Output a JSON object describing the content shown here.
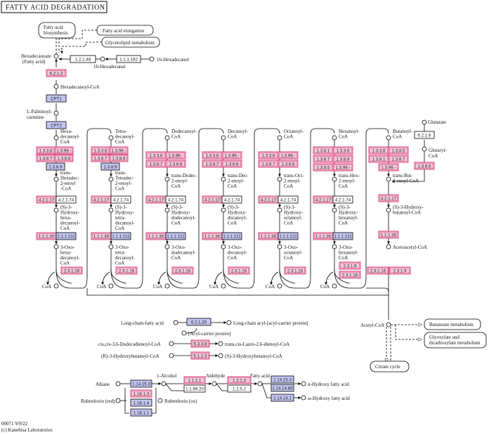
{
  "title": "FATTY ACID DEGRADATION",
  "maps": {
    "biosynthesis": [
      "Fatty acid",
      "biosynthesis"
    ],
    "elongation": "Fatty acid elongation",
    "glycerolipid": "Glycerolipid metabolism",
    "butanoate": "Butanoate metabolism",
    "glyoxylate": [
      "Glyoxylate and",
      "dicarboxylate metabolism"
    ],
    "citrate": "Citrate cycle"
  },
  "compounds": {
    "hexadecanoate": "Hexadecanoate",
    "fatty_acid_paren": "(Fatty acid)",
    "hexadecanal": "16-Hexadecanal",
    "hexadecanol": "16-Hexadecanol",
    "hexadecanoyl_coa": "Hexadecanoyl-CoA",
    "palmitoyl": [
      "L-Palmitoyl-",
      "carnitine"
    ],
    "glutarate": "Glutarate",
    "glutaryl": [
      "Glutaryl-",
      "CoA"
    ],
    "acetyl_coa": "Acetyl-CoA",
    "long_chain_fa": "Long-chain-fatty acid",
    "long_chain_acyl_acp": "Long-chain acyl-[acyl-carrier protein]",
    "acp": "[Acyl-carrier protein]",
    "dodecadienoyl": "cis,cis-3,6-Dodecadienoyl-CoA",
    "lauro": "trans,cis-Lauro-2,6-dienoyl-CoA",
    "r_hb": "(R)-3-Hydroxybutanoyl-CoA",
    "s_hb": "(S)-3-Hydroxybutanoyl-CoA",
    "alkane": "Alkane",
    "alcohol": "1-Alcohol",
    "aldehyde": "Aldehyde",
    "fatty_acid": "Fatty acid",
    "alpha_hfa": "α-Hydroxy fatty acid",
    "omega_hfa": "ω-Hydroxy fatty acid",
    "rubredoxin_red": "Rubredoxin (red)",
    "rubredoxin_ox": "Rubredoxin (ox)"
  },
  "columns": [
    {
      "id": "c16",
      "acyl": [
        "Hexa-",
        "decanoyl-",
        "CoA"
      ],
      "enoyl": [
        "trans-",
        "Hexadec-",
        "2-enoyl",
        "-CoA"
      ],
      "hydroxy": [
        "(S)-3-",
        "Hydroxy-",
        "hexa-",
        "decanoyl-",
        "CoA"
      ],
      "oxo": [
        "3-Oxo-",
        "hexa-",
        "decanoyl-",
        "CoA"
      ]
    },
    {
      "id": "c14",
      "acyl": [
        "Tetra-",
        "decanoyl-",
        "CoA"
      ],
      "enoyl": [
        "trans-",
        "Tetradec-",
        "2-enoyl-",
        "CoA"
      ],
      "hydroxy": [
        "(S)-3-",
        "Hydroxy-",
        "tetra-",
        "decanoyl-",
        "CoA"
      ],
      "oxo": [
        "3-Oxo-",
        "tetra-",
        "decanoyl-",
        "CoA"
      ]
    },
    {
      "id": "c12",
      "acyl": [
        "Dodecanoyl-",
        "CoA"
      ],
      "enoyl": [
        "trans-Dodec-",
        "2-enoyl-",
        "CoA"
      ],
      "hydroxy": [
        "(S)-3-",
        "Hydroxy-",
        "dodecanoyl-",
        "CoA"
      ],
      "oxo": [
        "3-Oxo-",
        "dodecanoyl-",
        "CoA"
      ]
    },
    {
      "id": "c10",
      "acyl": [
        "Decanoyl-",
        "CoA"
      ],
      "enoyl": [
        "trans-Dec-",
        "2-enoyl-",
        "CoA"
      ],
      "hydroxy": [
        "(S)-3-",
        "Hydroxy-",
        "decanoyl-",
        "CoA"
      ],
      "oxo": [
        "3-Oxo-",
        "decanoyl-",
        "CoA"
      ]
    },
    {
      "id": "c8",
      "acyl": [
        "Octanoyl-",
        "CoA"
      ],
      "enoyl": [
        "trans-Oct-",
        "2-enoyl-",
        "CoA"
      ],
      "hydroxy": [
        "(S)-3-",
        "Hydroxy-",
        "octanoyl-",
        "CoA"
      ],
      "oxo": [
        "3-Oxo-",
        "octanoyl-",
        "CoA"
      ]
    },
    {
      "id": "c6",
      "acyl": [
        "Hexanoyl-",
        "CoA"
      ],
      "enoyl": [
        "trans-Hex-",
        "2-enoyl-",
        "CoA"
      ],
      "hydroxy": [
        "(S)-3-",
        "Hydroxy-",
        "hexanoyl-",
        "CoA"
      ],
      "oxo": [
        "3-Oxo-",
        "hexanoyl-",
        "CoA"
      ]
    },
    {
      "id": "c4",
      "acyl": [
        "Butanoyl-",
        "CoA"
      ],
      "enoyl": [
        "trans-But-",
        "2-enoyl-CoA"
      ],
      "hydroxy": [
        "(S)-3-Hydroxy-",
        "butanoyl-CoA"
      ],
      "oxo": [
        "Acetoacetyl-CoA"
      ]
    }
  ],
  "coa_label": "CoA",
  "enzymes": {
    "e_1_2_1_48": "1.2.1.48",
    "e_1_1_1_192": "1.1.1.192",
    "e_6_2_1_3": "6.2.1.3",
    "cpt1": "CPT1",
    "cpt2": "CPT2",
    "e_1_3_3_6": "1.3.3.6",
    "e_1_3_99": "1.3.99.-",
    "e_1_3_8_7": "1.3.8.7",
    "e_1_3_8_8": "1.3.8.8",
    "e_1_3_8_9": "1.3.8.9",
    "e_1_3_8_1": "1.3.8.1",
    "e_1_3_8_5": "1.3.8.5",
    "e_1_3_8_6": "1.3.8.6",
    "e_6_2_1_6": "6.2.1.6",
    "e_4_2_1_17": "4.2.1.17",
    "e_4_2_1_74": "4.2.1.74",
    "e_1_1_1_35": "1.1.1.35",
    "e_1_1_1_211": "1.1.1.211",
    "e_2_3_1_16": "2.3.1.16",
    "e_2_3_1_9": "2.3.1.9",
    "e_6_2_1_20": "6.2.1.20",
    "e_5_3_3_8": "5.3.3.8",
    "e_5_1_2_3": "5.1.2.3",
    "e_1_14_15_3": "1.14.15.3",
    "e_1_18_1_3": "1.18.1.3",
    "e_1_18_1_4": "1.18.1.4",
    "e_1_18_1_1": "1.18.1.1",
    "e_1_1_1_1": "1.1.1.1",
    "e_1_99_20": "1.1.99.20",
    "e_1_2_1_3": "1.2.1.3",
    "e_1_2_5_2": "1.2.5.2",
    "e_1_14_14_80": "1.14.14.80",
    "e_1_14_14_1": "1.14.14.1"
  },
  "colors": {
    "pink_fill": "#f2c9dc",
    "pink_border": "#d9336a",
    "blue_fill": "#c3c5f2",
    "white_fill": "#ffffff",
    "line": "#000000"
  },
  "footer": {
    "id": "00071 9/9/22",
    "copyright": "(c) Kanehisa Laboratories"
  }
}
